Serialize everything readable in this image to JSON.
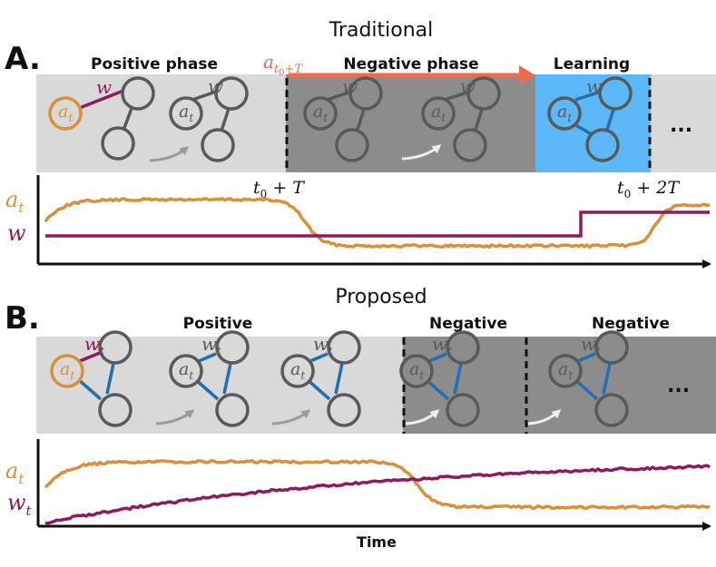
{
  "colors": {
    "activity": "#d8913a",
    "weight": "#8e1b5a",
    "nudge_arrow": "#ef6b50",
    "edge_blue": "#1f6fb2",
    "learning_bg": "#5cb8f6",
    "positive_bg": "#d9d9d9",
    "negative_bg": "#8c8c8c",
    "node_dark": "#595959"
  },
  "traditional": {
    "title": "Traditional",
    "panel_label": "A.",
    "phases": {
      "positive": "Positive phase",
      "negative": "Negative phase",
      "learning": "Learning"
    },
    "arrow_label": {
      "base": "a",
      "sub": "t",
      "sub2": "0",
      "suffix": "+T"
    },
    "node_label": {
      "base": "a",
      "sub": "t"
    },
    "weight_label": "w",
    "ellipsis": "...",
    "time_marks": [
      {
        "base": "t",
        "sub": "0",
        "rest": " + T"
      },
      {
        "base": "t",
        "sub": "0",
        "rest": " + 2T"
      }
    ],
    "curve_labels": {
      "activity": {
        "base": "a",
        "sub": "t"
      },
      "weight": {
        "base": "w",
        "sub": ""
      }
    }
  },
  "proposed": {
    "title": "Proposed",
    "panel_label": "B.",
    "phases": {
      "positive": "Positive",
      "negative1": "Negative",
      "negative2": "Negative"
    },
    "node_label": {
      "base": "a",
      "sub": "t"
    },
    "weight_label": {
      "base": "w",
      "sub": "t"
    },
    "ellipsis": "...",
    "curve_labels": {
      "activity": {
        "base": "a",
        "sub": "t"
      },
      "weight": {
        "base": "w",
        "sub": "t"
      }
    },
    "x_axis_label": "Time"
  }
}
